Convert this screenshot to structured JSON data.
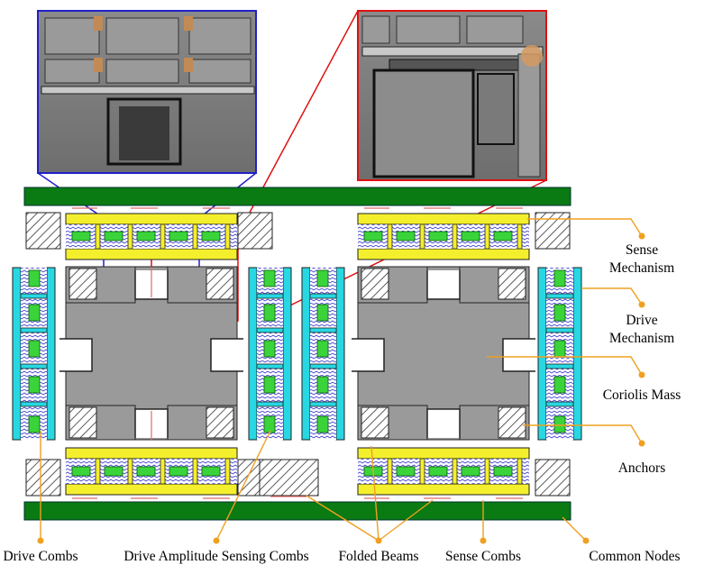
{
  "labels": {
    "sense_mechanism_1": "Sense",
    "sense_mechanism_2": "Mechanism",
    "drive_mechanism_1": "Drive",
    "drive_mechanism_2": "Mechanism",
    "coriolis_mass": "Coriolis Mass",
    "anchors": "Anchors",
    "drive_combs": "Drive Combs",
    "drive_amplitude_sensing_combs": "Drive Amplitude Sensing Combs",
    "folded_beams": "Folded Beams",
    "sense_combs": "Sense Combs",
    "common_nodes": "Common Nodes"
  },
  "colors": {
    "common_node_bar": "#0a7a12",
    "sense_frame": "#f4ef2c",
    "drive_frame": "#27d8e2",
    "comb": "#3ad43a",
    "mass": "#9a9a9a",
    "beam": "#e06a6a",
    "leader_line": "#f0a020",
    "zoom_box_blue": "#2020c8",
    "zoom_box_red": "#e01010"
  }
}
